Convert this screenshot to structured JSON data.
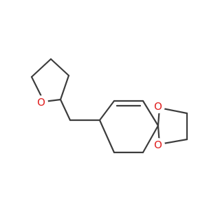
{
  "molecule": {
    "atoms": [
      {
        "label": "O",
        "color": "#e01e1e"
      },
      {
        "label": "O",
        "color": "#e01e1e"
      },
      {
        "label": "O",
        "color": "#e01e1e"
      }
    ]
  }
}
